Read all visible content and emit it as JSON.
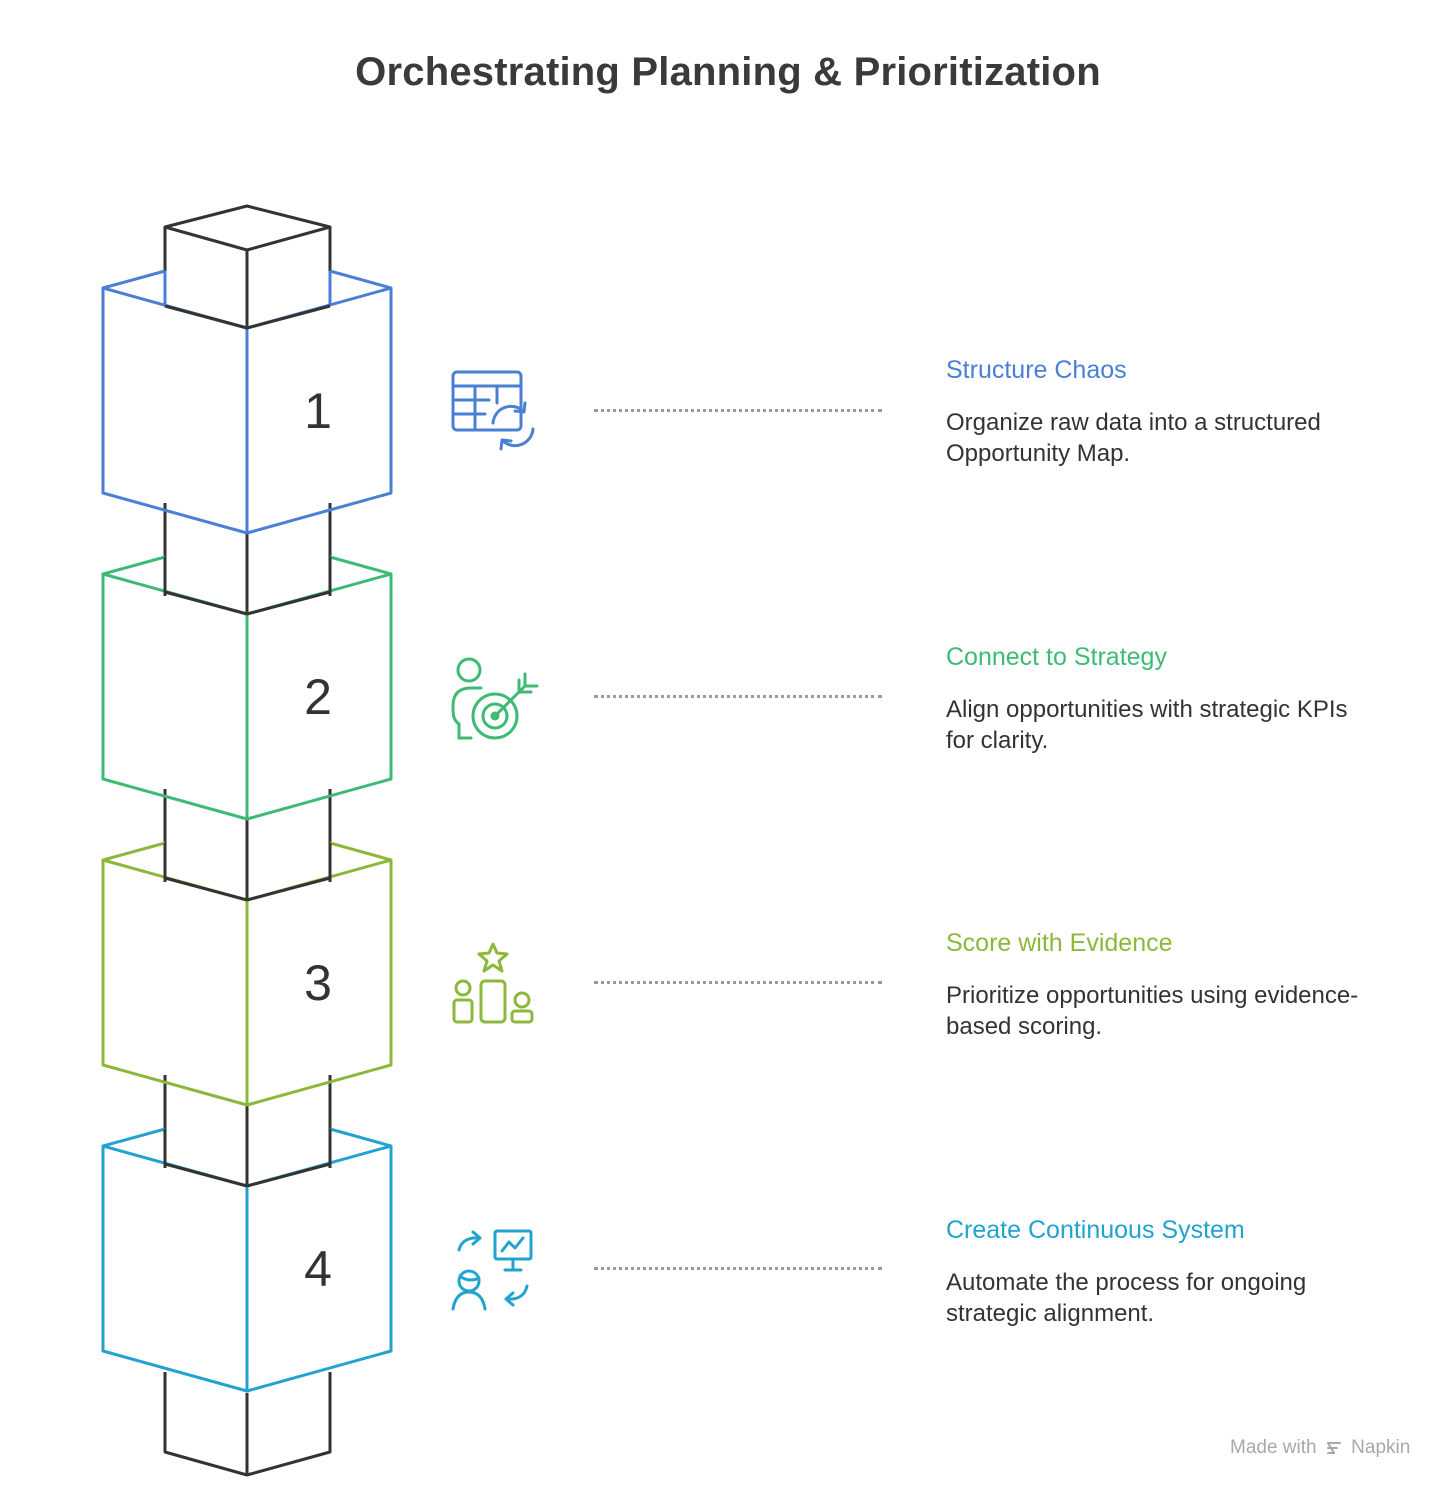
{
  "title": "Orchestrating Planning & Prioritization",
  "colors": {
    "column": "#333333",
    "step1": "#4a7fd6",
    "step2": "#3dbb74",
    "step3": "#8cb83a",
    "step4": "#22a3cf",
    "connector": "#9a9a9a"
  },
  "steps": [
    {
      "number": "1",
      "title": "Structure Chaos",
      "description": "Organize raw data into a structured Opportunity Map.",
      "icon": "table-refresh-icon"
    },
    {
      "number": "2",
      "title": "Connect to Strategy",
      "description": "Align opportunities with strategic KPIs for clarity.",
      "icon": "person-target-icon"
    },
    {
      "number": "3",
      "title": "Score with Evidence",
      "description": "Prioritize opportunities using evidence-based scoring.",
      "icon": "podium-star-icon"
    },
    {
      "number": "4",
      "title": "Create Continuous System",
      "description": "Automate the process for ongoing strategic alignment.",
      "icon": "person-presentation-cycle-icon"
    }
  ],
  "watermark": {
    "prefix": "Made with",
    "brand": "Napkin"
  }
}
